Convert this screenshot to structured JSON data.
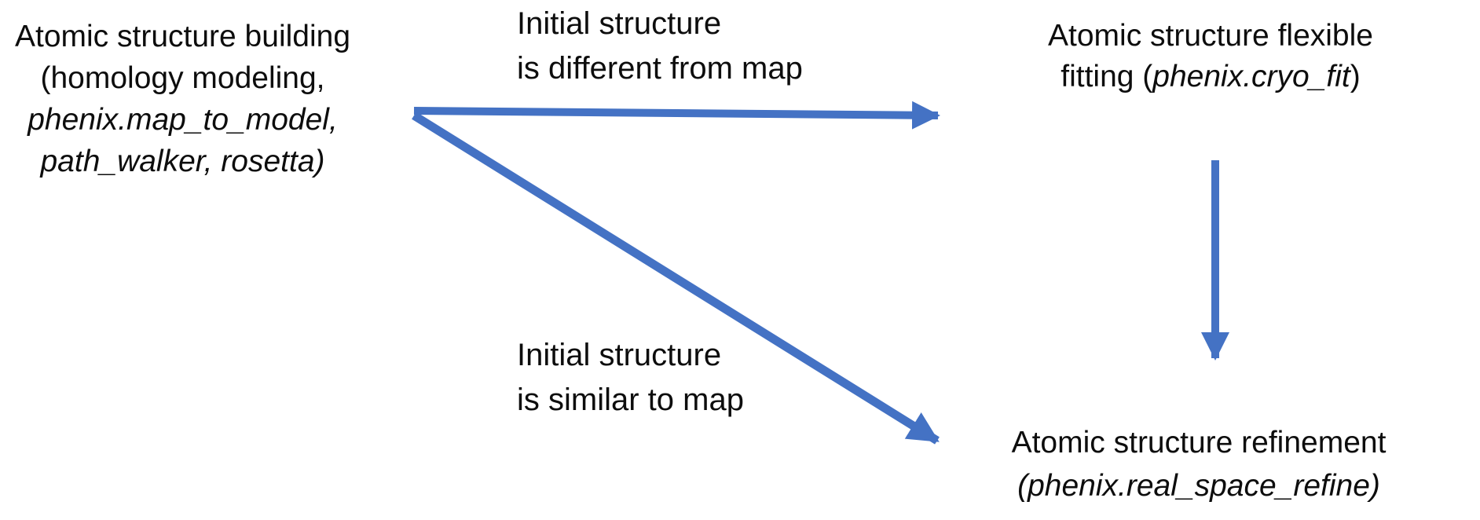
{
  "colors": {
    "background": "#ffffff",
    "arrow": "#4472C4",
    "text": "#0d0d0d"
  },
  "diagram": {
    "building": {
      "line1": "Atomic structure building",
      "line2": "(homology modeling,",
      "line3": "phenix.map_to_model,",
      "line4": "path_walker, rosetta)"
    },
    "fitting": {
      "line1": "Atomic structure flexible",
      "line2_prefix": "fitting (",
      "line2_italic": "phenix.cryo_fit",
      "line2_suffix": ")"
    },
    "refinement": {
      "line1": "Atomic structure refinement",
      "line2_prefix": "(",
      "line2_italic": "phenix.real_space_refine",
      "line2_suffix": ")"
    },
    "labels": {
      "different": {
        "line1": "Initial structure",
        "line2": "is different from map"
      },
      "similar": {
        "line1": "Initial structure",
        "line2": "is similar to map"
      }
    },
    "arrows": [
      {
        "name": "building-to-fitting",
        "from": "building",
        "to": "fitting"
      },
      {
        "name": "building-to-refinement",
        "from": "building",
        "to": "refinement"
      },
      {
        "name": "fitting-to-refinement",
        "from": "fitting",
        "to": "refinement"
      }
    ]
  }
}
